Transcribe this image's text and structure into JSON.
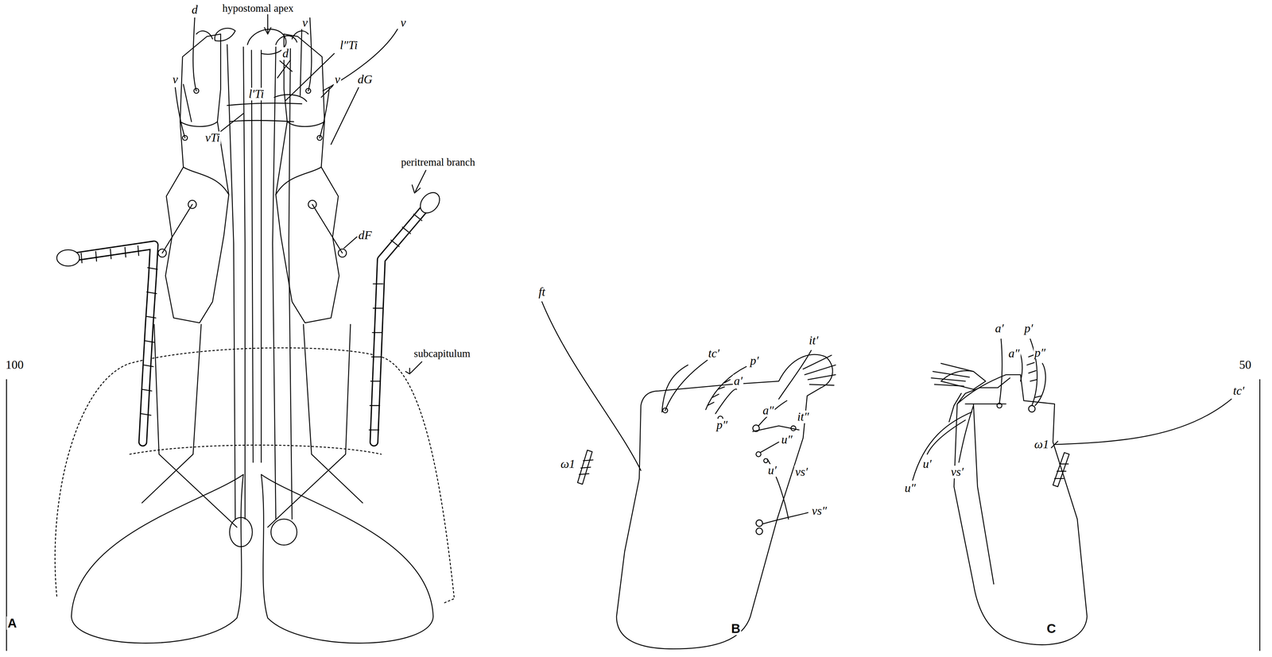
{
  "diagram": {
    "labels": [
      "d",
      "hypostomal apex",
      "v",
      "l″Ti",
      "v",
      "d",
      "v",
      "v",
      "dG",
      "l′Ti",
      "vTi",
      "peritremal branch",
      "dF",
      "subcapitulum",
      "100",
      "A",
      "ft",
      "tc′",
      "p′",
      "a′",
      "it′",
      "p″",
      "a″",
      "it″",
      "u″",
      "u′",
      "vs′",
      "vs″",
      "ω1",
      "B",
      "a′",
      "p′",
      "p″",
      "a″",
      "u′",
      "vs′",
      "u″",
      "tc′",
      "ω1",
      "C",
      "50"
    ]
  }
}
